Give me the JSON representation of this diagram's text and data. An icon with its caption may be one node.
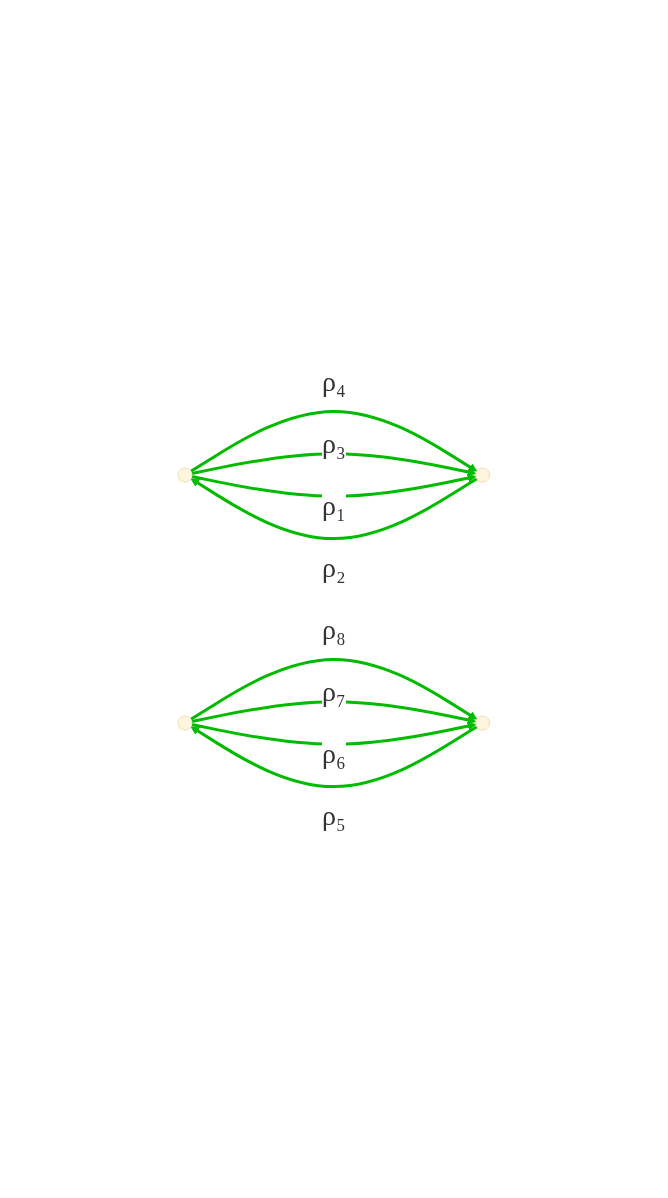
{
  "diagram": {
    "nodes": [
      {
        "text": [],
        "shape": "point"
      },
      {
        "text": [],
        "shape": "point"
      },
      {
        "text": [],
        "shape": "point"
      },
      {
        "text": [],
        "shape": "point"
      }
    ],
    "edges": [
      {
        "from": 0,
        "to": 1,
        "arrow": "to",
        "label": "ρ₄"
      },
      {
        "from": 0,
        "to": 1,
        "arrow": "to",
        "label": "ρ₃"
      },
      {
        "from": 1,
        "to": 0,
        "arrow": "to",
        "label": "ρ₂"
      },
      {
        "from": 0,
        "to": 1,
        "arrow": "to",
        "label": "ρ₁"
      },
      {
        "from": 2,
        "to": 3,
        "arrow": "to",
        "label": "ρ₈"
      },
      {
        "from": 2,
        "to": 3,
        "arrow": "to",
        "label": "ρ₇"
      },
      {
        "from": 2,
        "to": 3,
        "arrow": "to",
        "label": "ρ₆"
      },
      {
        "from": 3,
        "to": 2,
        "arrow": "to",
        "label": "ρ₅"
      }
    ]
  }
}
